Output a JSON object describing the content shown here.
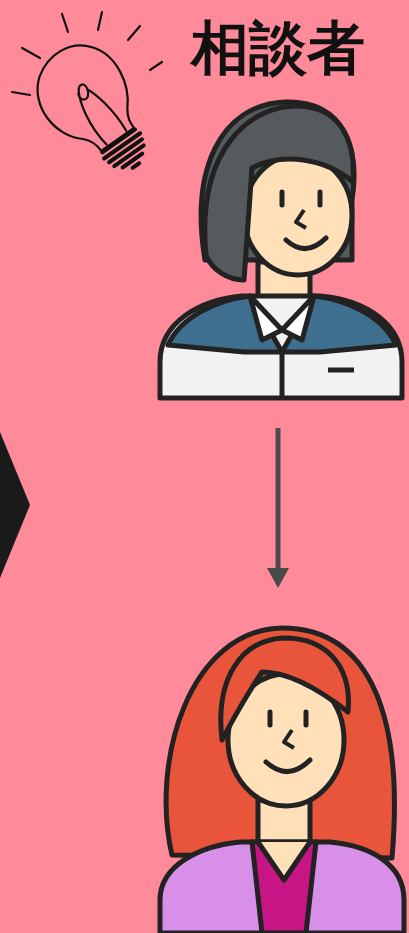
{
  "diagram": {
    "nodes": [
      {
        "text": [
          "相談者"
        ]
      },
      {
        "text": []
      }
    ],
    "edges": [
      {
        "from": 0,
        "to": 1,
        "arrow": "to"
      }
    ]
  }
}
